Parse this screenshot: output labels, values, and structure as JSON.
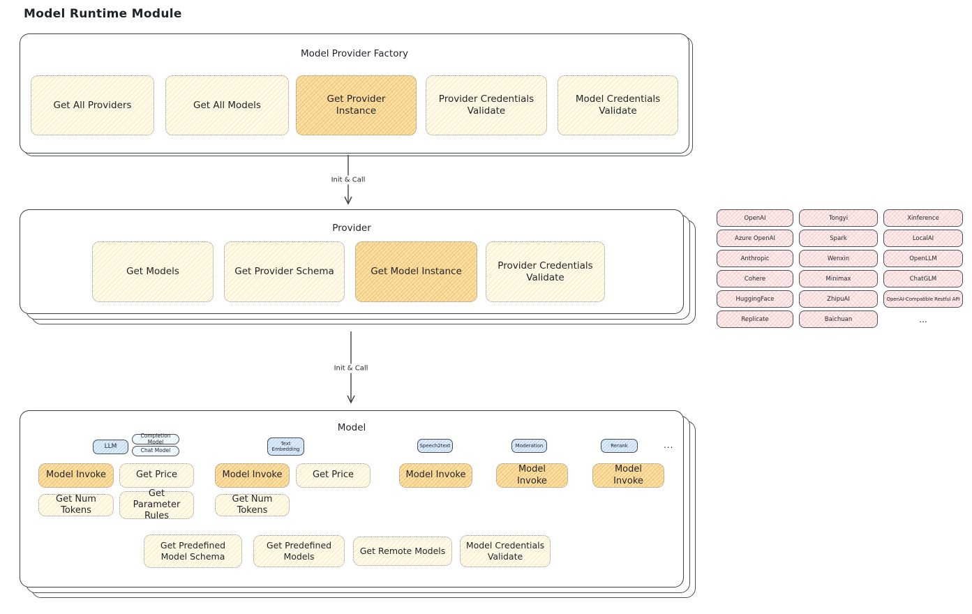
{
  "title": "Model Runtime Module",
  "factory": {
    "title": "Model Provider Factory",
    "tasks": [
      {
        "label": "Get All Providers",
        "highlighted": false
      },
      {
        "label": "Get All Models",
        "highlighted": false
      },
      {
        "label": "Get Provider Instance",
        "highlighted": true
      },
      {
        "label": "Provider Credentials Validate",
        "highlighted": false
      },
      {
        "label": "Model Credentials Validate",
        "highlighted": false
      }
    ]
  },
  "arrows": [
    {
      "label": "Init & Call"
    },
    {
      "label": "Init & Call"
    }
  ],
  "provider": {
    "title": "Provider",
    "tasks": [
      {
        "label": "Get Models",
        "highlighted": false
      },
      {
        "label": "Get Provider Schema",
        "highlighted": false
      },
      {
        "label": "Get Model Instance",
        "highlighted": true
      },
      {
        "label": "Provider Credentials Validate",
        "highlighted": false
      }
    ]
  },
  "providers_panel": {
    "items": [
      {
        "label": "OpenAI"
      },
      {
        "label": "Tongyi"
      },
      {
        "label": "Xinference"
      },
      {
        "label": "Azure OpenAI"
      },
      {
        "label": "Spark"
      },
      {
        "label": "LocalAI"
      },
      {
        "label": "Anthropic"
      },
      {
        "label": "Wenxin"
      },
      {
        "label": "OpenLLM"
      },
      {
        "label": "Cohere"
      },
      {
        "label": "Minimax"
      },
      {
        "label": "ChatGLM"
      },
      {
        "label": "HuggingFace"
      },
      {
        "label": "ZhipuAI"
      },
      {
        "label": "OpenAI-Compatible Restful API"
      },
      {
        "label": "Replicate"
      },
      {
        "label": "Baichuan"
      }
    ],
    "more": "..."
  },
  "model": {
    "title": "Model",
    "tags": {
      "llm": "LLM",
      "completion": "Completion Model",
      "chat": "Chat Model",
      "text_embedding": "Text Embedding",
      "speech2text": "Speech2text",
      "moderation": "Moderation",
      "rerank": "Rerank",
      "more": "..."
    },
    "tasks": {
      "model_invoke": "Model Invoke",
      "get_price": "Get Price",
      "get_num_tokens": "Get Num Tokens",
      "get_parameter_rules": "Get Parameter Rules"
    },
    "bottom_tasks": [
      {
        "label": "Get Predefined Model Schema"
      },
      {
        "label": "Get Predefined Models"
      },
      {
        "label": "Get Remote Models"
      },
      {
        "label": "Model Credentials Validate"
      }
    ]
  },
  "colors": {
    "task_fill": "#fefaea",
    "task_highlight_fill": "#fbe2a9",
    "provider_chip_fill": "#fdeeee",
    "tag_fill": "#ddecf8",
    "border_dark": "#3b3f46"
  }
}
